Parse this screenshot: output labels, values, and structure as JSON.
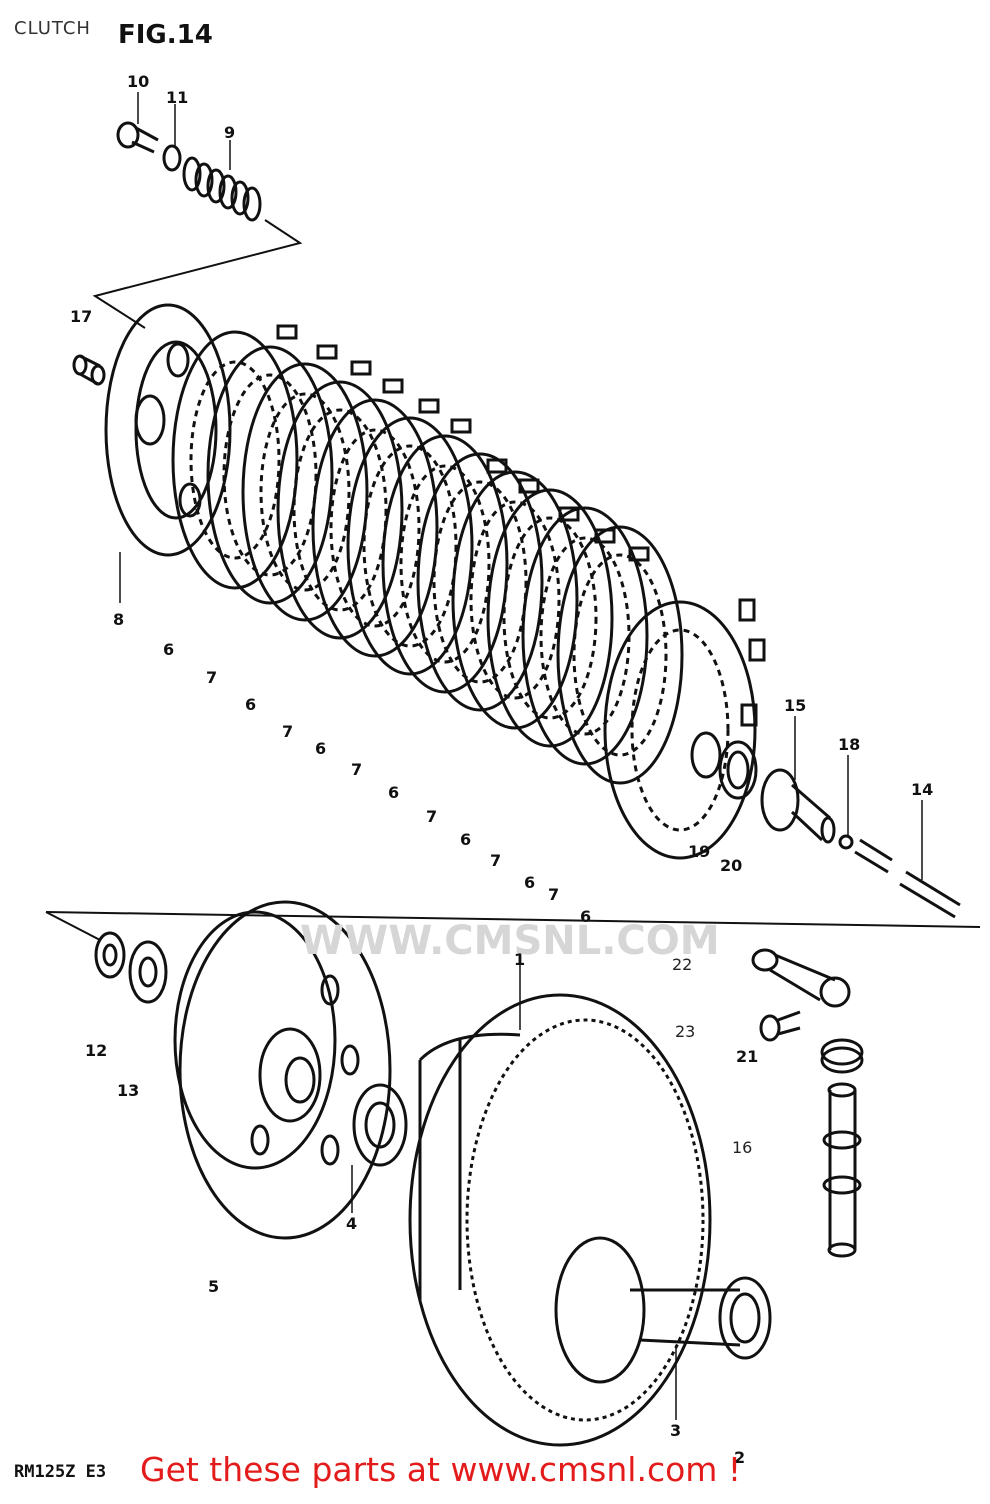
{
  "header": {
    "section": "CLUTCH",
    "figure": "FIG.14"
  },
  "footer": {
    "model": "RM125Z E3",
    "cta": "Get these parts at www.cmsnl.com !",
    "watermark": "WWW.CMSNL.COM"
  },
  "callouts": [
    "1",
    "2",
    "3",
    "4",
    "5",
    "6",
    "7",
    "8",
    "9",
    "10",
    "11",
    "12",
    "13",
    "14",
    "15",
    "16",
    "17",
    "18",
    "19",
    "20",
    "21",
    "22",
    "23"
  ],
  "colors": {
    "ink": "#111111",
    "cta": "#e41b1b",
    "watermark": "#d6d6d6"
  }
}
